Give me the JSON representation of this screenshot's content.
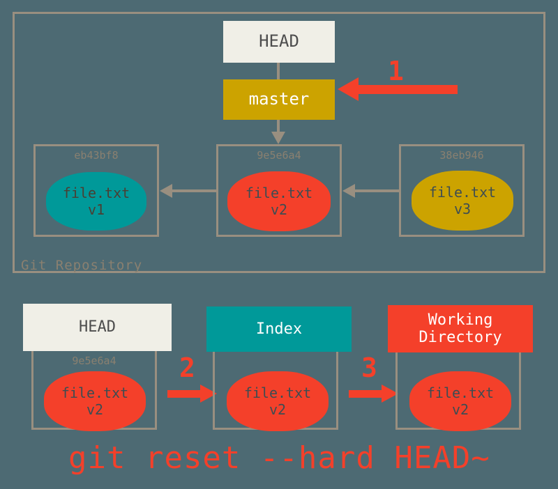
{
  "diagram": {
    "title_command": "git reset --hard HEAD~",
    "background_color": "#4d6a73",
    "frame_color": "#998f80",
    "accent_red": "#f4402a",
    "accent_teal": "#009999",
    "accent_gold": "#cca300",
    "label_offwhite": "#f0efe7"
  },
  "repository": {
    "section_label": "Git Repository",
    "head_label": "HEAD",
    "branch_label": "master",
    "commits": [
      {
        "hash": "eb43bf8",
        "file": "file.txt",
        "version": "v1",
        "color": "teal"
      },
      {
        "hash": "9e5e6a4",
        "file": "file.txt",
        "version": "v2",
        "color": "red"
      },
      {
        "hash": "38eb946",
        "file": "file.txt",
        "version": "v3",
        "color": "gold"
      }
    ]
  },
  "trees": {
    "columns": [
      {
        "title": "HEAD",
        "hash": "9e5e6a4",
        "file": "file.txt",
        "version": "v2",
        "title_style": "head"
      },
      {
        "title": "Index",
        "hash": "",
        "file": "file.txt",
        "version": "v2",
        "title_style": "index"
      },
      {
        "title": "Working\nDirectory",
        "hash": "",
        "file": "file.txt",
        "version": "v2",
        "title_style": "workdir"
      }
    ]
  },
  "steps": {
    "one": "1",
    "two": "2",
    "three": "3"
  }
}
